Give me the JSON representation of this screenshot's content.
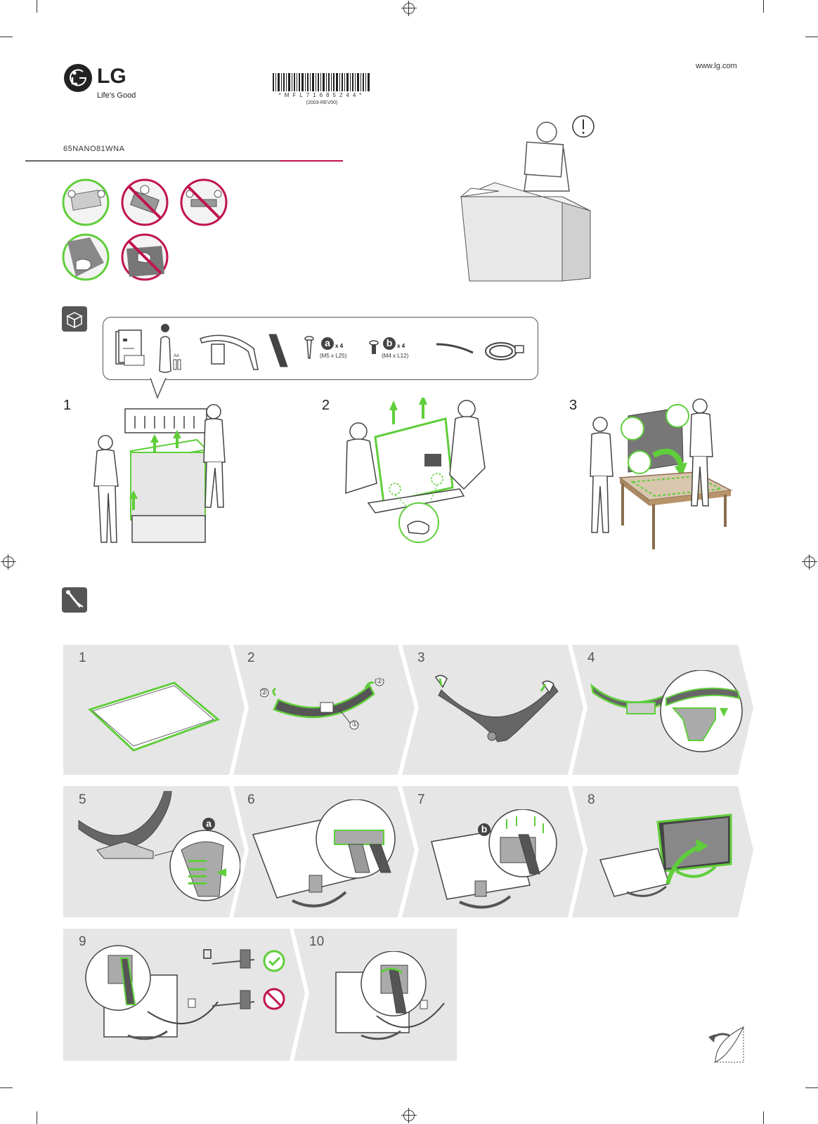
{
  "brand": {
    "logo_text": "LG",
    "slogan": "Life's Good"
  },
  "header": {
    "url": "www.lg.com",
    "model": "65NANO81WNA"
  },
  "barcode": {
    "code": "*MFL71685244*",
    "revision": "(2003-REV00)"
  },
  "accessories": {
    "screw_a": {
      "letter": "a",
      "qty": "x 4",
      "size": "(M5 x L25)"
    },
    "screw_b": {
      "letter": "b",
      "qty": "x 4",
      "size": "(M4 x L12)"
    },
    "battery_label": "AA"
  },
  "unpack_steps": [
    "1",
    "2",
    "3"
  ],
  "assembly_steps": [
    "1",
    "2",
    "3",
    "4",
    "5",
    "6",
    "7",
    "8",
    "9",
    "10"
  ],
  "step2_markers": {
    "m1": "①",
    "m2": "②",
    "m3": "②"
  },
  "step5_marker": "a",
  "step7_marker": "b",
  "colors": {
    "accent_green": "#5fce3a",
    "warning_red": "#c0144b",
    "panel_gray": "#e6e6e6",
    "brand_red": "#c0144b"
  }
}
